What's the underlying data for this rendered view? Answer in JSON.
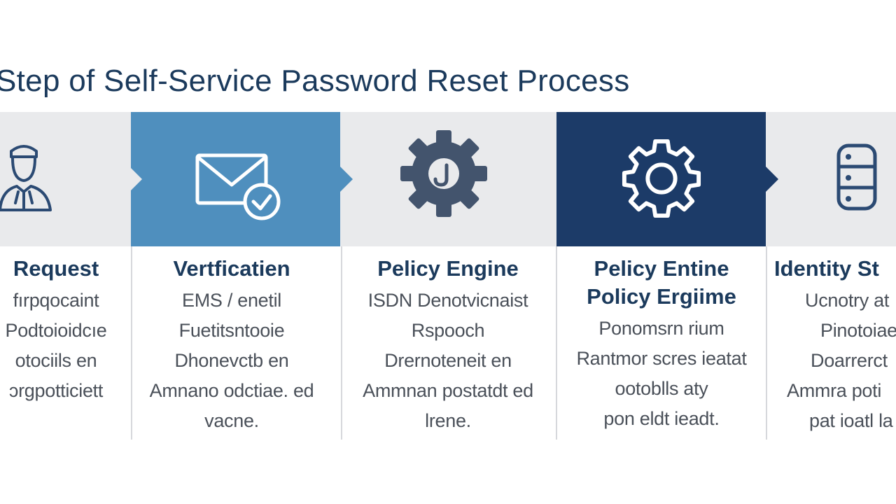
{
  "title": "Step of Self-Service Password Reset Process",
  "colors": {
    "navy": "#1c3b68",
    "steel_blue": "#4f8fbe",
    "gray_panel": "#e9eaec",
    "title_text": "#1b3a5c"
  },
  "stages": [
    {
      "icon": "user-icon",
      "heading": "Request",
      "lines": [
        "fırpqocaint",
        "Podtoioidcıe",
        "otociils en",
        "ɔrgpotticiett"
      ]
    },
    {
      "icon": "email-check-icon",
      "heading": "Vertficatien",
      "lines": [
        "EMS / enetil",
        "Fuetitsntooie",
        "Dhonevctb en",
        "Amnano odctiae. ed",
        "vacne."
      ]
    },
    {
      "icon": "gear-icon",
      "heading": "Pelicy Engine",
      "lines": [
        "ISDN Denotvicnaist",
        "Rspooch",
        "Drernoteneit en",
        "Ammnan postatdt ed",
        "lrene."
      ]
    },
    {
      "icon": "gear-outline-icon",
      "heading": "Pelicy Entine",
      "subheading": "Policy Ergiime",
      "lines": [
        "Ponomsrn rium",
        "Rantmor scres ieatat",
        "ootoblls aty",
        "pon eldt ieadt."
      ]
    },
    {
      "icon": "database-icon",
      "heading": "Identity St",
      "lines": [
        "Ucnotry at",
        "Pinotoiae",
        "Doarrerct",
        "Ammra poti",
        "pat ioatl la"
      ]
    }
  ]
}
